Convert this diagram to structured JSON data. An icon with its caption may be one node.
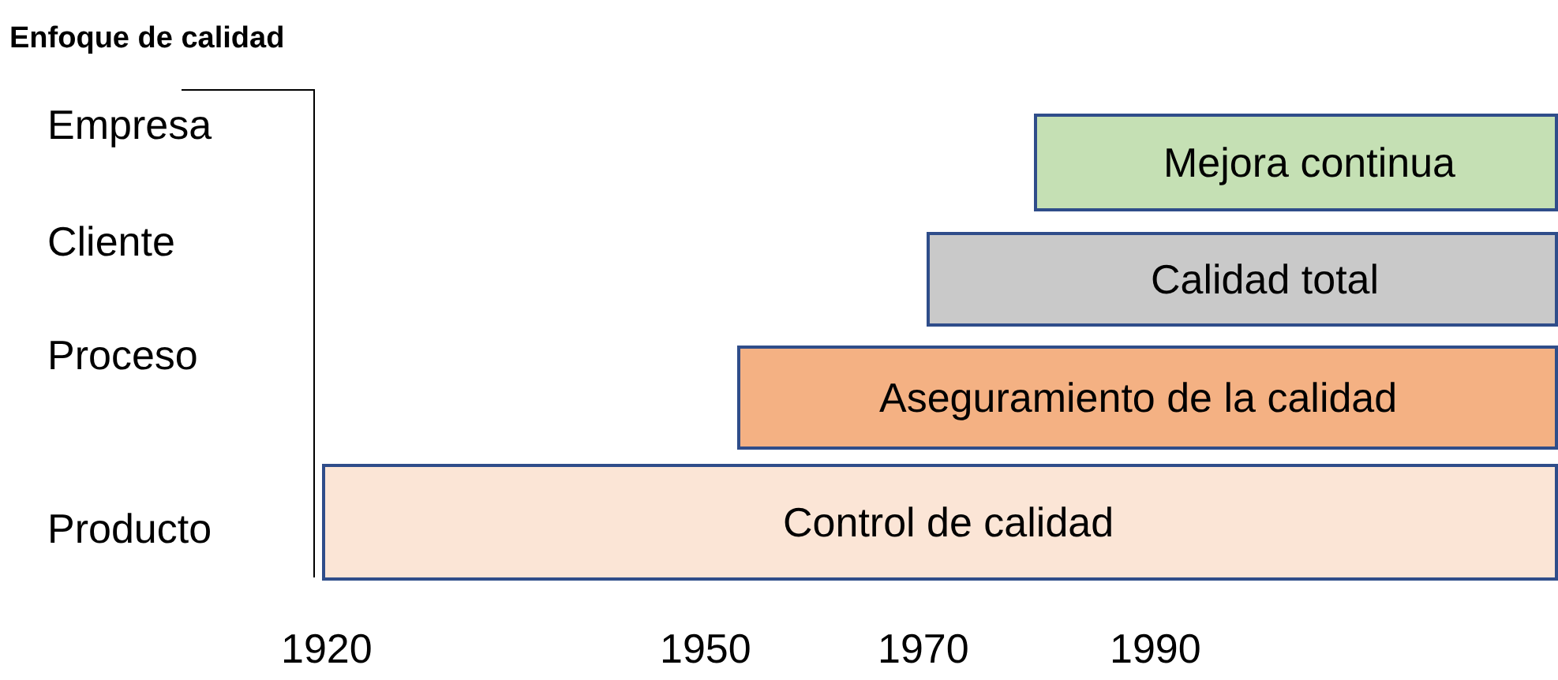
{
  "diagram": {
    "title": "Enfoque de calidad",
    "nodes": [
      {
        "text": [
          "Mejora continua"
        ]
      },
      {
        "text": [
          "Calidad total"
        ]
      },
      {
        "text": [
          "Aseguramiento de la calidad"
        ]
      },
      {
        "text": [
          "Control de calidad"
        ]
      }
    ],
    "edges": [],
    "labels": [
      "Empresa",
      "Cliente",
      "Proceso",
      "Producto",
      "1920",
      "1950",
      "1970",
      "1990"
    ]
  }
}
